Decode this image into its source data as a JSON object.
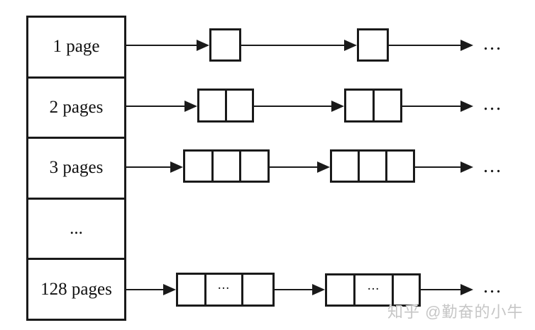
{
  "colors": {
    "background": "#ffffff",
    "line": "#1a1a1a",
    "watermark": "#c6c6c6"
  },
  "free_area_column": {
    "rows": [
      {
        "label": "1 page"
      },
      {
        "label": "2 pages"
      },
      {
        "label": "3 pages"
      },
      {
        "label": "..."
      },
      {
        "label": "128 pages"
      }
    ]
  },
  "chains": {
    "row_1": {
      "nodes": 2,
      "cells_per_node": 1,
      "tail": "..."
    },
    "row_2": {
      "nodes": 2,
      "cells_per_node": 2,
      "tail": "..."
    },
    "row_3": {
      "nodes": 2,
      "cells_per_node": 3,
      "tail": "..."
    },
    "row_128": {
      "nodes": 2,
      "cells_per_node": 3,
      "node_ellipsis": "...",
      "tail": "..."
    }
  },
  "watermark": {
    "text": "知乎 @勤奋的小牛"
  }
}
